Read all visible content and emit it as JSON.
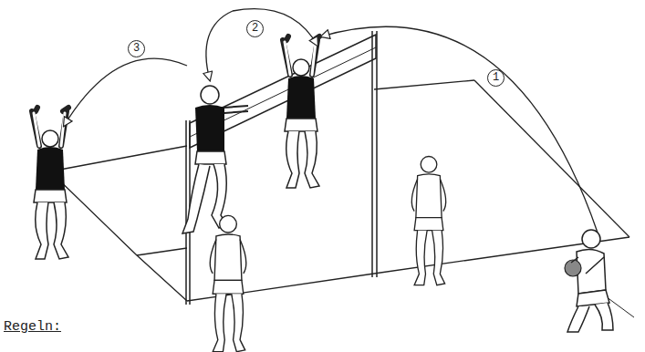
{
  "diagram": {
    "labels": [
      "1",
      "2",
      "3",
      "Regeln:"
    ]
  }
}
